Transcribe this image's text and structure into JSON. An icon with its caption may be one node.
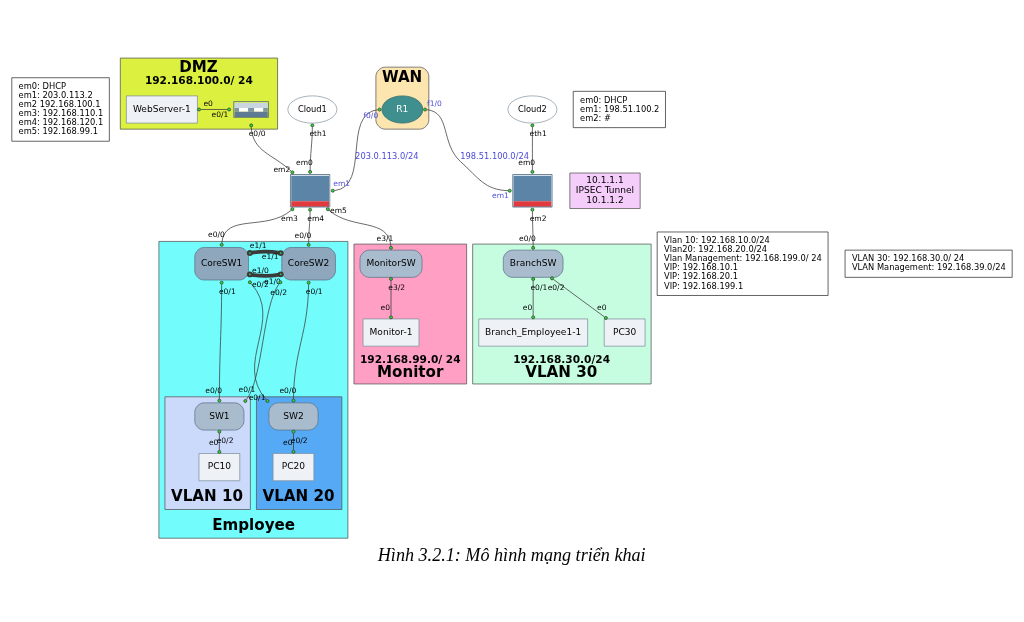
{
  "diagram": {
    "caption": "Hình 3.2.1: Mô hình mạng triển khai",
    "nodes": [
      {
        "text": [
          "em0: DHCP",
          "em1: 203.0.113.2",
          "em2 192.168.100.1",
          "em3: 192.168.110.1",
          "em4: 192.168.120.1",
          "em5: 192.168.99.1"
        ]
      },
      {
        "text": [
          "Cloud1"
        ],
        "beside": [
          "eth1"
        ]
      },
      {
        "text": [
          "WAN"
        ]
      },
      {
        "text": [
          "R1"
        ],
        "in": 2,
        "beside": [
          "f0/0",
          "f1/0"
        ]
      },
      {
        "text": [
          "Cloud2"
        ],
        "beside": [
          "eth1"
        ]
      },
      {
        "text": [
          "em0: DHCP",
          "em1: 198.51.100.2",
          "em2: #"
        ]
      },
      {
        "text": [
          "DMZ",
          "192.168.100.0/ 24"
        ]
      },
      {
        "text": [
          "WebServer-1"
        ],
        "in": 6,
        "beside": [
          "e0"
        ]
      },
      {
        "text": [],
        "shape": "picture",
        "in": 6,
        "beside": [
          "e0/1",
          "e0/0"
        ]
      },
      {
        "text": [],
        "shape": "picture",
        "beside": [
          "em0",
          "em2",
          "em1",
          "em3",
          "em4",
          "em5"
        ]
      },
      {
        "text": [
          "10.1.1.1",
          "IPSEC Tunnel",
          "10.1.1.2"
        ]
      },
      {
        "text": [],
        "shape": "picture",
        "beside": [
          "em1",
          "em0",
          "em2"
        ]
      },
      {
        "text": [
          "Vlan 10: 192.168.10.0/24",
          "Vlan20: 192.168.20.0/24",
          "Vlan Management: 192.168.199.0/ 24",
          "VIP: 192.168.10.1",
          "VIP: 192.168.20.1",
          "VIP: 192.168.199.1"
        ]
      },
      {
        "text": [
          "Employee"
        ]
      },
      {
        "text": [
          "CoreSW1"
        ],
        "in": 13,
        "beside": [
          "e0/0",
          "e1/0",
          "e1/1",
          "e0/1",
          "e0/2"
        ]
      },
      {
        "text": [
          "CoreSW2"
        ],
        "in": 13,
        "beside": [
          "e0/0",
          "e1/0",
          "e1/1",
          "e0/2",
          "e0/1"
        ]
      },
      {
        "text": [
          "VLAN 10"
        ],
        "in": 13
      },
      {
        "text": [
          "SW1"
        ],
        "in": 16,
        "beside": [
          "e0/0",
          "e0/1",
          "e0/2"
        ]
      },
      {
        "text": [
          "PC10"
        ],
        "in": 16,
        "beside": [
          "e0"
        ]
      },
      {
        "text": [
          "VLAN 20"
        ],
        "in": 13
      },
      {
        "text": [
          "SW2"
        ],
        "in": 19,
        "beside": [
          "e0/1",
          "e0/0",
          "e0/2"
        ]
      },
      {
        "text": [
          "PC20"
        ],
        "in": 19,
        "beside": [
          "e0"
        ]
      },
      {
        "text": [
          "192.168.99.0/ 24",
          "Monitor"
        ]
      },
      {
        "text": [
          "MonitorSW"
        ],
        "in": 22,
        "beside": [
          "e3/1",
          "e3/2"
        ]
      },
      {
        "text": [
          "Monitor-1"
        ],
        "in": 22,
        "beside": [
          "e0"
        ]
      },
      {
        "text": [
          "192.168.30.0/24",
          "VLAN 30"
        ]
      },
      {
        "text": [
          "BranchSW"
        ],
        "in": 25,
        "beside": [
          "e0/0",
          "e0/1",
          "e0/2"
        ]
      },
      {
        "text": [
          "Branch_Employee1-1"
        ],
        "in": 25,
        "beside": [
          "e0"
        ]
      },
      {
        "text": [
          "PC30"
        ],
        "in": 25,
        "beside": [
          "e0"
        ]
      },
      {
        "text": [
          "VLAN 30: 192.168.30.0/ 24",
          "VLAN Management: 192.168.39.0/24"
        ]
      }
    ],
    "edges": [
      {
        "from": 1,
        "to": 9,
        "arrow": "other"
      },
      {
        "from": 7,
        "to": 8,
        "arrow": "other"
      },
      {
        "from": 8,
        "to": 9,
        "arrow": "other"
      },
      {
        "from": 9,
        "to": 3,
        "arrow": "other",
        "label": "203.0.113.0/24"
      },
      {
        "from": 3,
        "to": 11,
        "arrow": "other",
        "label": "198.51.100.0/24"
      },
      {
        "from": 4,
        "to": 11,
        "arrow": "other"
      },
      {
        "from": 9,
        "to": 14,
        "arrow": "other"
      },
      {
        "from": 9,
        "to": 15,
        "arrow": "other"
      },
      {
        "from": 9,
        "to": 23,
        "arrow": "other"
      },
      {
        "from": 14,
        "to": 15,
        "arrow": "other",
        "style": "thick"
      },
      {
        "from": 14,
        "to": 15,
        "arrow": "other",
        "style": "thick"
      },
      {
        "from": 14,
        "to": 17,
        "arrow": "other"
      },
      {
        "from": 14,
        "to": 20,
        "arrow": "other"
      },
      {
        "from": 15,
        "to": 17,
        "arrow": "other"
      },
      {
        "from": 15,
        "to": 20,
        "arrow": "other"
      },
      {
        "from": 17,
        "to": 18,
        "arrow": "other"
      },
      {
        "from": 20,
        "to": 21,
        "arrow": "other"
      },
      {
        "from": 23,
        "to": 24,
        "arrow": "other"
      },
      {
        "from": 11,
        "to": 26,
        "arrow": "other"
      },
      {
        "from": 26,
        "to": 27,
        "arrow": "other"
      },
      {
        "from": 26,
        "to": 28,
        "arrow": "other"
      }
    ]
  }
}
